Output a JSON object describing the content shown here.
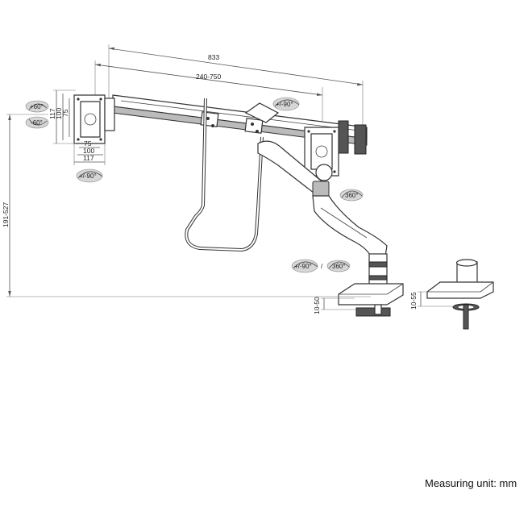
{
  "dimensions": {
    "total_width": "833",
    "arm_extension": "240-750",
    "height_range": "191-527",
    "vesa_h_117": "117",
    "vesa_h_100": "100",
    "vesa_h_75": "75",
    "vesa_w_75": "75",
    "vesa_w_100": "100",
    "vesa_w_117": "117",
    "clamp_range": "10-50",
    "grommet_range": "10-55"
  },
  "rotations": {
    "tilt_up": "+60°",
    "tilt_down": "-60°",
    "head_rotation": "+/-90°",
    "bar_rotation": "+/-90°",
    "arm_swivel": "360°",
    "pole_rotation": "+/-90°",
    "pole_swivel": "360°"
  },
  "rotation_separator": "/",
  "footer": {
    "measuring_unit": "Measuring unit: mm"
  }
}
